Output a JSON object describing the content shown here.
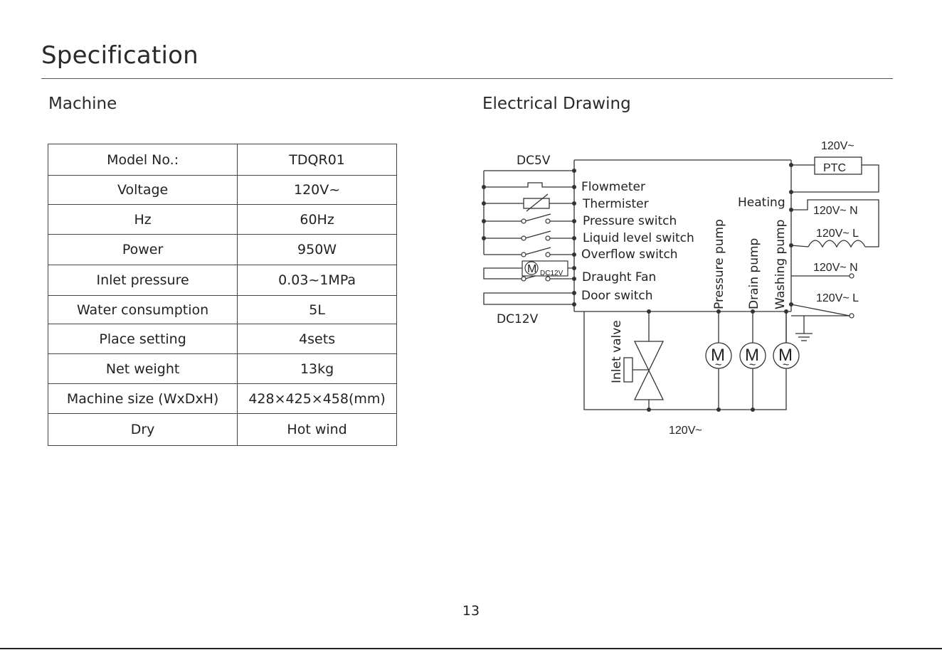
{
  "page": {
    "title": "Specification",
    "page_number": "13"
  },
  "machine": {
    "title": "Machine",
    "rows": [
      {
        "label": "Model No.:",
        "value": "TDQR01"
      },
      {
        "label": "Voltage",
        "value": "120V~"
      },
      {
        "label": "Hz",
        "value": "60Hz"
      },
      {
        "label": "Power",
        "value": "950W"
      },
      {
        "label": "Inlet pressure",
        "value": "0.03~1MPa"
      },
      {
        "label": "Water consumption",
        "value": "5L"
      },
      {
        "label": "Place setting",
        "value": "4sets"
      },
      {
        "label": "Net weight",
        "value": "13kg"
      },
      {
        "label": "Machine size  (WxDxH)",
        "value": "428×425×458(mm)"
      },
      {
        "label": "Dry",
        "value": "Hot wind"
      }
    ]
  },
  "electrical": {
    "title": "Electrical Drawing",
    "dc5v": "DC5V",
    "dc12v": "DC12V",
    "supply_top": "120V~",
    "supply_bottom": "120V~",
    "ptc": "PTC",
    "heating": "Heating",
    "terminal_n1": "120V~ N",
    "terminal_l1": "120V~ L",
    "terminal_n2": "120V~ N",
    "terminal_l2": "120V~ L",
    "left_components": [
      "Flowmeter",
      "Thermister",
      "Pressure switch",
      "Liquid level switch",
      "Overflow switch",
      "Draught Fan",
      "Door switch"
    ],
    "fan_motor_letter": "M",
    "fan_motor_voltage": "DC12V",
    "pumps": [
      "Pressure pump",
      "Drain pump",
      "Washing pump"
    ],
    "motor_letter": "M",
    "motor_wave": "~",
    "inlet_valve": "Inlet valve"
  }
}
